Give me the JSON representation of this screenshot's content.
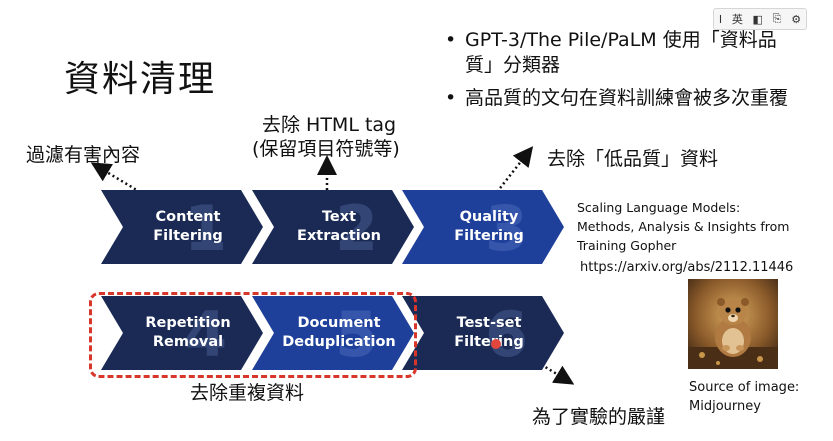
{
  "slide": {
    "title": "資料清理",
    "bullets": [
      "GPT-3/The Pile/PaLM 使用「資料品質」分類器",
      "高品質的文句在資料訓練會被多次重覆"
    ],
    "annotations": {
      "filter_harmful": "過濾有害內容",
      "remove_html_line1": "去除 HTML tag",
      "remove_html_line2": "(保留項目符號等)",
      "remove_low_quality": "去除「低品質」資料",
      "remove_duplicates": "去除重複資料",
      "experiment_rigor": "為了實驗的嚴謹"
    },
    "stages": [
      {
        "number": "1",
        "label": "Content\nFiltering"
      },
      {
        "number": "2",
        "label": "Text\nExtraction"
      },
      {
        "number": "3",
        "label": "Quality\nFiltering"
      },
      {
        "number": "4",
        "label": "Repetition\nRemoval"
      },
      {
        "number": "5",
        "label": "Document\nDeduplication"
      },
      {
        "number": "6",
        "label": "Test-set\nFiltering"
      }
    ],
    "reference": {
      "line1": "Scaling Language Models:",
      "line2": "Methods, Analysis & Insights from",
      "line3": "Training Gopher",
      "url": "https://arxiv.org/abs/2112.11446"
    },
    "image_caption": {
      "line1": "Source of image:",
      "line2": "Midjourney"
    }
  },
  "toolbar": {
    "cursor_glyph": "I",
    "ime_label": "英"
  },
  "colors": {
    "stage_dark": "#1a2a55",
    "stage_blue": "#1e3f9a",
    "dashed_box": "#d8362a"
  }
}
